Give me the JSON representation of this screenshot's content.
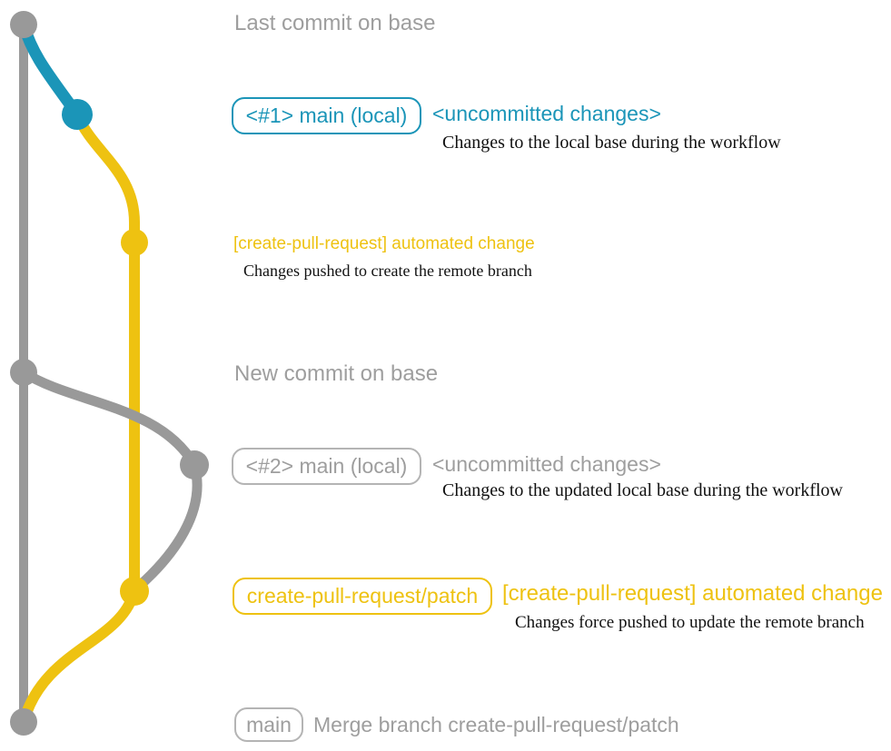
{
  "colors": {
    "gray": "#999999",
    "gray_text": "#9e9e9e",
    "gray_border": "#b4b4b4",
    "blue": "#1b95b8",
    "yellow": "#eec211",
    "ink": "#111111"
  },
  "graph": {
    "branches": [
      "base",
      "main-local",
      "create-pull-request/patch"
    ],
    "commit_count": 7
  },
  "rows": {
    "last_commit": {
      "text": "Last commit on base"
    },
    "local1": {
      "badge": "<#1> main (local)",
      "status": "<uncommitted changes>",
      "note": "Changes to the local base during the workflow"
    },
    "patch1": {
      "title": "[create-pull-request] automated change",
      "note": "Changes pushed to create the remote branch"
    },
    "new_commit": {
      "text": "New commit on base"
    },
    "local2": {
      "badge": "<#2> main (local)",
      "status": "<uncommitted changes>",
      "note": "Changes to the updated local base during the workflow"
    },
    "patch2": {
      "badge": "create-pull-request/patch",
      "title": "[create-pull-request] automated change",
      "note": "Changes force pushed to update the remote branch"
    },
    "merge": {
      "badge": "main",
      "message": "Merge branch create-pull-request/patch"
    }
  }
}
